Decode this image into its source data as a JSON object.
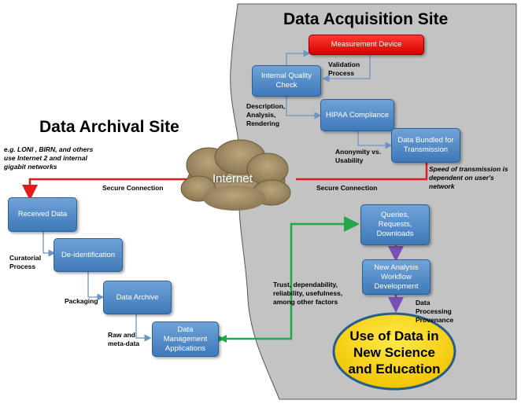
{
  "titles": {
    "acquisition": "Data Acquisition Site",
    "archival": "Data Archival Site"
  },
  "boxes": {
    "measurement_device": "Measurement Device",
    "internal_quality_check": "Internal Quality Check",
    "hipaa_compliance": "HIPAA Compliance",
    "data_bundled": "Data Bundled for Transmission",
    "received_data": "Received Data",
    "de_identification": "De-identification",
    "data_archive": "Data Archive",
    "data_management_applications": "Data Management Applications",
    "queries": "Queries, Requests, Downloads",
    "new_analysis": "New Analysis Workflow Development"
  },
  "internet": "Internet",
  "use_of_data": "Use of Data in New Science and Education",
  "annotations": {
    "validation_process": "Validation Process",
    "description": "Description, Analysis, Rendering",
    "anonymity": "Anonymity vs. Usability",
    "speed": "Speed of transmission is dependent on user's network",
    "networks": "e.g. LONI , BIRN, and others use Internet 2 and internal gigabit networks",
    "secure_connection_left": "Secure Connection",
    "secure_connection_right": "Secure Connection",
    "curatorial": "Curatorial Process",
    "packaging": "Packaging",
    "raw_meta": "Raw and meta-data",
    "trust": "Trust, dependability, reliability, usefulness, among other factors",
    "data_processing": "Data Processing Provenance"
  },
  "colors": {
    "panel": "#c3c3c3",
    "box": "#4f86c6",
    "measurement": "#ff0000",
    "secure_line": "#e41b1b",
    "trust_line": "#22a84a",
    "flow_arrow": "#7a4fb5",
    "ellipse": "#ffd700"
  }
}
